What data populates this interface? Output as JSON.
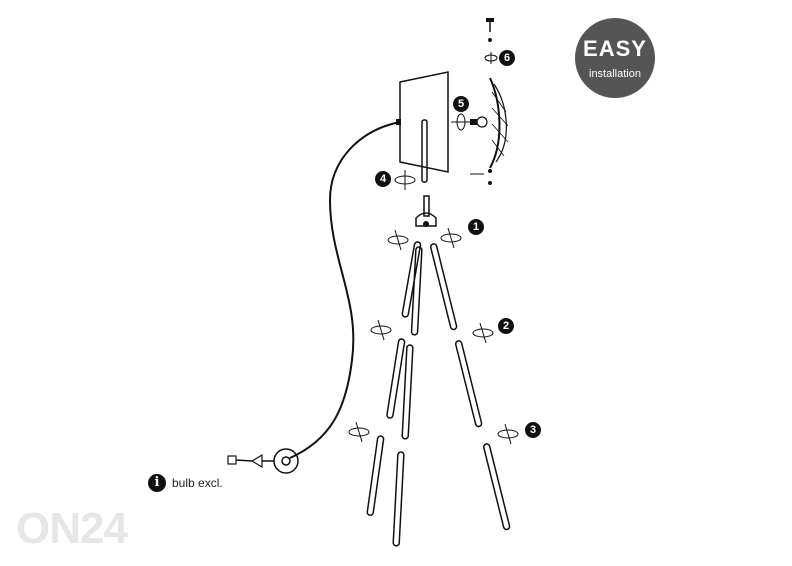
{
  "badge": {
    "title": "EASY",
    "subtitle": "installation",
    "color": "#555555"
  },
  "note": {
    "icon": "info-icon",
    "glyph": "i",
    "text": "bulb excl."
  },
  "watermark": {
    "text": "ON24"
  },
  "steps": [
    "1",
    "2",
    "3",
    "4",
    "5",
    "6"
  ],
  "colors": {
    "line": "#111111",
    "step_fill": "#111111"
  }
}
